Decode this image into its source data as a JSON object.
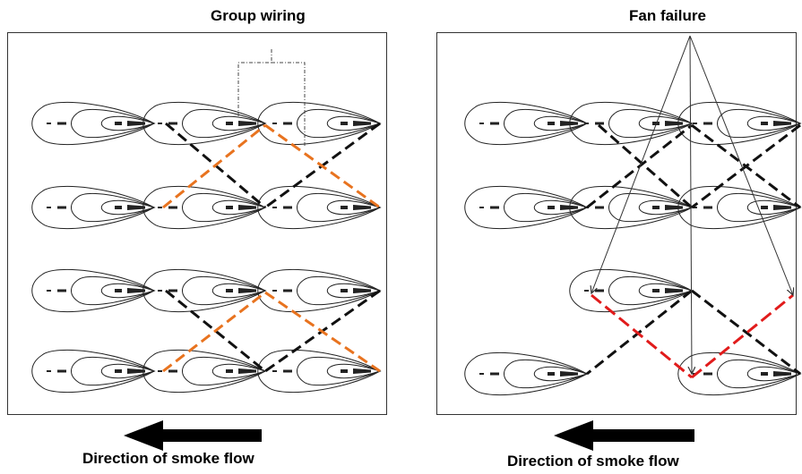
{
  "left_panel": {
    "title": "Group wiring",
    "caption": "Direction of smoke flow",
    "colors": {
      "outline": "#222222",
      "wire_black": "#111111",
      "wire_orange": "#e8731f"
    }
  },
  "right_panel": {
    "title": "Fan failure",
    "caption": "Direction of smoke flow",
    "colors": {
      "outline": "#222222",
      "wire_black": "#111111",
      "wire_failed": "#e11b1b"
    }
  }
}
